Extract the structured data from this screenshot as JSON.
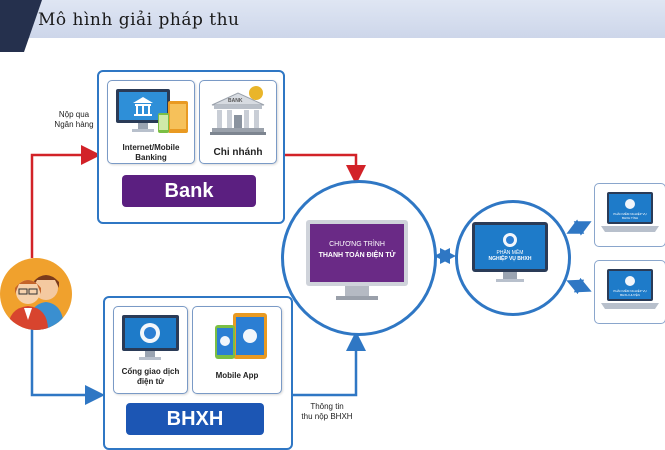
{
  "header": {
    "title": "Mô hình giải pháp thu"
  },
  "notes": {
    "pay_via_bank": "Nộp qua\nNgân hàng",
    "bhxh_info": "Thông tin\nthu nộp BHXH"
  },
  "bank": {
    "cards": [
      {
        "label": "Internet/Mobile\nBanking"
      },
      {
        "label": "Chi nhánh"
      }
    ],
    "banner": "Bank",
    "branch_sign": "BANK"
  },
  "bhxh": {
    "cards": [
      {
        "label": "Cổng giao dịch\nđiện tử"
      },
      {
        "label": "Mobile App"
      }
    ],
    "banner": "BHXH"
  },
  "center": {
    "screen_line1": "CHƯƠNG TRÌNH",
    "screen_line2": "THANH TOÁN ĐIỆN TỬ"
  },
  "software": {
    "screen_line1": "PHẦN MỀM",
    "screen_line2": "NGHIỆP VỤ BHXH"
  },
  "laptops": [
    {
      "label": "PHẦN MỀM NGHIỆP VỤ BHXH TỈNH"
    },
    {
      "label": "PHẦN MỀM NGHIỆP VỤ BHXH HUYỆN"
    }
  ],
  "colors": {
    "bank_banner": "#5b1f80",
    "bhxh_banner": "#1c56b4",
    "red_arrow": "#d22228",
    "blue_arrow": "#2f77c4"
  }
}
